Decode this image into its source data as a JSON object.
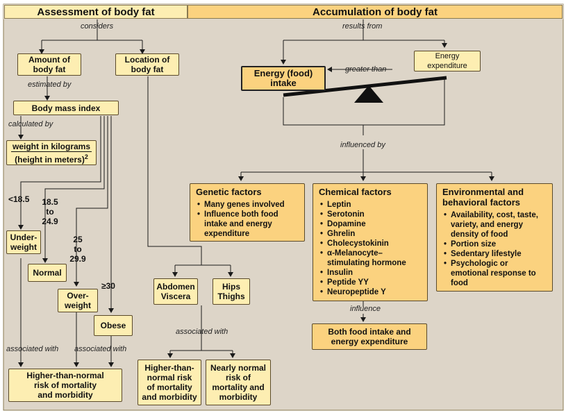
{
  "headers": {
    "left": "Assessment of body fat",
    "right": "Accumulation of body fat"
  },
  "labels": {
    "considers": "considers",
    "estimated_by": "estimated by",
    "calculated_by": "calculated by",
    "results_from": "results from",
    "greater_than": "greater than",
    "influenced_by": "influenced by",
    "influence": "influence",
    "associated_with_center": "associated with",
    "associated_with_left": "associated with",
    "associated_with_right": "associated with"
  },
  "boxes": {
    "amount": [
      "Amount of",
      "body fat"
    ],
    "location": [
      "Location of",
      "body fat"
    ],
    "bmi": "Body mass index",
    "formula_numerator": "weight in kilograms",
    "formula_denominator": "(height in meters)",
    "formula_exponent": "2",
    "underweight": [
      "Under-",
      "weight"
    ],
    "normal": "Normal",
    "overweight": [
      "Over-",
      "weight"
    ],
    "obese": "Obese",
    "risk_left": [
      "Higher-than-normal",
      "risk of mortality",
      "and morbidity"
    ],
    "abdomen": [
      "Abdomen",
      "Viscera"
    ],
    "hips": [
      "Hips",
      "Thighs"
    ],
    "risk_higher": [
      "Higher-than-",
      "normal risk",
      "of mortality",
      "and morbidity"
    ],
    "risk_normal": [
      "Nearly normal",
      "risk of",
      "mortality and",
      "morbidity"
    ],
    "energy_intake": [
      "Energy (food)",
      "intake"
    ],
    "energy_expenditure": [
      "Energy",
      "expenditure"
    ],
    "both": [
      "Both food intake and",
      "energy expenditure"
    ]
  },
  "bmi_ranges": {
    "under": "<18.5",
    "normal": [
      "18.5",
      "to",
      "24.9"
    ],
    "over": [
      "25",
      "to",
      "29.9"
    ],
    "obese": "≥30"
  },
  "factors": {
    "genetic": {
      "title": "Genetic factors",
      "items": [
        "Many genes involved",
        "Influence both food intake and energy expenditure"
      ]
    },
    "chemical": {
      "title": "Chemical factors",
      "items": [
        "Leptin",
        "Serotonin",
        "Dopamine",
        "Ghrelin",
        "Cholecystokinin",
        "α-Melanocyte–stimulating hormone",
        "Insulin",
        "Peptide YY",
        "Neuropeptide Y"
      ]
    },
    "environmental": {
      "title": "Environmental and behavioral factors",
      "items": [
        "Availability, cost, taste, variety, and energy density of food",
        "Portion size",
        "Sedentary lifestyle",
        "Psychologic or emotional response to food"
      ]
    }
  },
  "colors": {
    "background": "#ddd5c8",
    "box_light": "#fdeeb2",
    "box_orange": "#fbd27f",
    "header": "#fdeeb2",
    "line": "#1a1a1a"
  }
}
